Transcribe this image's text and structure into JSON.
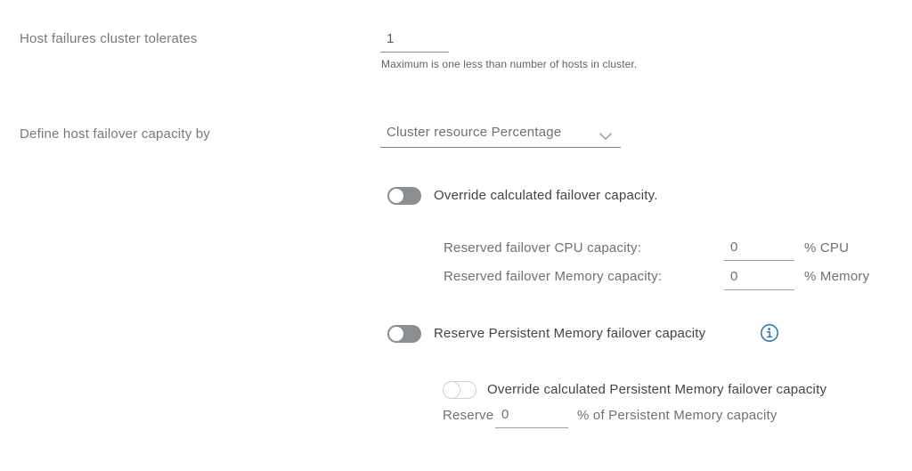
{
  "colors": {
    "page_background": "#ffffff",
    "left_label_text": "#75787b",
    "dark_label_text": "#3e454c",
    "gray_text": "#6d7174",
    "helper_text": "#606467",
    "input_underline": "#8f979b",
    "toggle_off_fill": "#8a8e91",
    "toggle_disabled_outline": "#ccd2d6",
    "info_icon_blue": "#2274b5",
    "chevron_gray": "#9aa0a5"
  },
  "host_failures_row": {
    "label": "Host failures cluster tolerates",
    "value": "1",
    "helper": "Maximum is one less than number of hosts in cluster."
  },
  "failover_capacity_row": {
    "label": "Define host failover capacity by",
    "selected_option": "Cluster resource Percentage"
  },
  "override_failover": {
    "toggle_label": "Override calculated failover capacity.",
    "toggle_state": "off",
    "cpu_row": {
      "label": "Reserved failover CPU capacity:",
      "value": "0",
      "unit": "% CPU"
    },
    "memory_row": {
      "label": "Reserved failover Memory capacity:",
      "value": "0",
      "unit": "% Memory"
    }
  },
  "persistent_memory": {
    "toggle_label": "Reserve Persistent Memory failover capacity",
    "toggle_state": "off",
    "override": {
      "toggle_label": "Override calculated Persistent Memory failover capacity",
      "toggle_state": "off-disabled",
      "reserve_label": "Reserve",
      "value": "0",
      "unit": "% of Persistent Memory capacity"
    }
  }
}
